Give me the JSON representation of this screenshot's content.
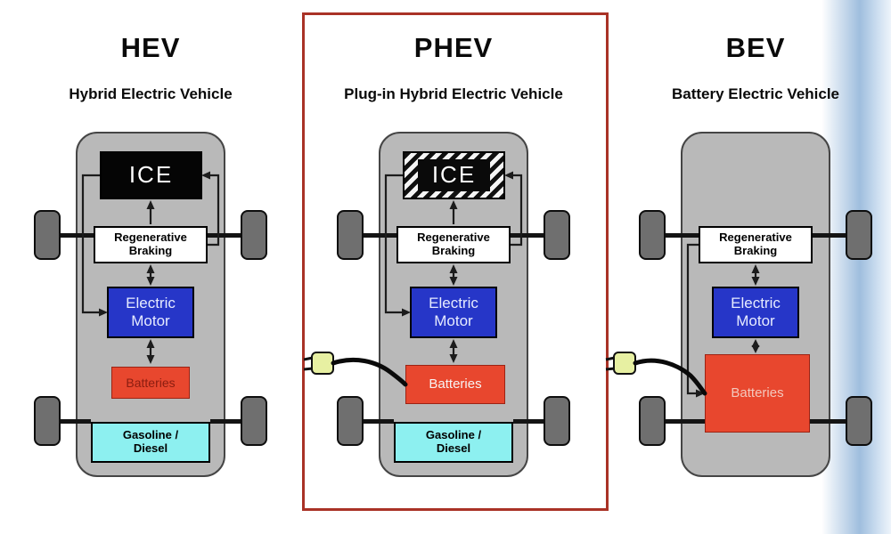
{
  "columns": [
    {
      "acronym": "HEV",
      "full_name": "Hybrid Electric Vehicle",
      "highlighted": false,
      "plug": false,
      "components": {
        "ice": "ICE",
        "regenerative_braking": "Regenerative\nBraking",
        "electric_motor": "Electric\nMotor",
        "batteries": "Batteries",
        "fuel": "Gasoline /\nDiesel"
      }
    },
    {
      "acronym": "PHEV",
      "full_name": "Plug-in Hybrid Electric Vehicle",
      "highlighted": true,
      "plug": true,
      "components": {
        "ice": "ICE",
        "regenerative_braking": "Regenerative\nBraking",
        "electric_motor": "Electric\nMotor",
        "batteries": "Batteries",
        "fuel": "Gasoline /\nDiesel"
      }
    },
    {
      "acronym": "BEV",
      "full_name": "Battery Electric Vehicle",
      "highlighted": false,
      "plug": true,
      "components": {
        "regenerative_braking": "Regenerative\nBraking",
        "electric_motor": "Electric\nMotor",
        "batteries": "Batteries"
      }
    }
  ],
  "colors": {
    "ice_box": "#050505",
    "ice_text": "#ffffff",
    "regen_box": "#ffffff",
    "motor_box": "#2636c8",
    "motor_text": "#e6ebff",
    "battery_box": "#e8472e",
    "fuel_box": "#8df0f0",
    "car_body": "#b9b9b9",
    "wheel": "#6f6f6f",
    "highlight_border": "#a93226",
    "plug_fill": "#e7f0a2",
    "right_band": "#9fbede"
  }
}
